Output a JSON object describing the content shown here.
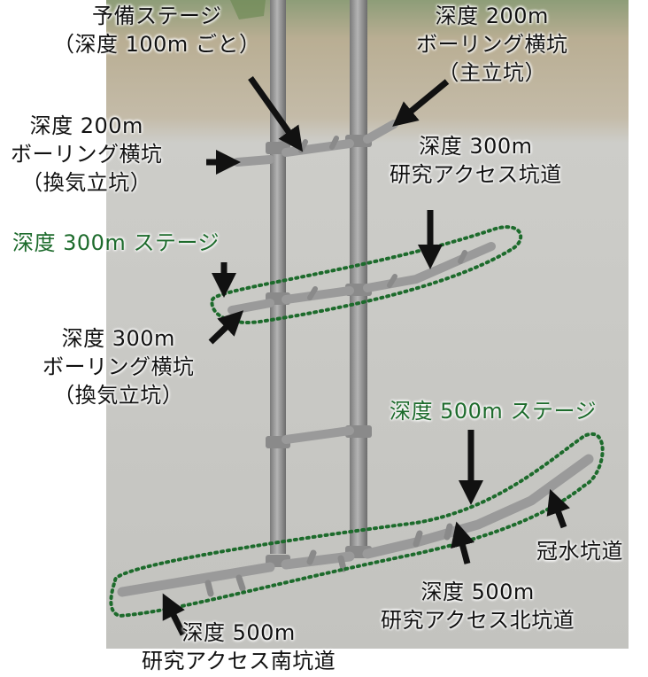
{
  "labels": {
    "spare_stage": {
      "line1": "予備ステージ",
      "line2": "（深度 100m ごと）"
    },
    "boring_200_main": {
      "line1": "深度 200m",
      "line2": "ボーリング横坑",
      "line3": "（主立坑）"
    },
    "boring_200_vent": {
      "line1": "深度 200m",
      "line2": "ボーリング横坑",
      "line3": "（換気立坑）"
    },
    "access_300": {
      "line1": "深度 300m",
      "line2": "研究アクセス坑道"
    },
    "stage_300": {
      "text": "深度 300m ステージ"
    },
    "boring_300_vent": {
      "line1": "深度 300m",
      "line2": "ボーリング横坑",
      "line3": "（換気立坑）"
    },
    "stage_500": {
      "text": "深度 500m ステージ"
    },
    "flooded_drift": {
      "text": "冠水坑道"
    },
    "access_500_north": {
      "line1": "深度 500m",
      "line2": "研究アクセス北坑道"
    },
    "access_500_south": {
      "line1": "深度 500m",
      "line2": "研究アクセス南坑道"
    }
  },
  "colors": {
    "sky_top": "#8fa07a",
    "ground_band": "#b8ad98",
    "rock": "#c9c9c4",
    "tunnel": "#9a9a9a",
    "tunnel_dark": "#6f6f6f",
    "stage_outline": "#1d6b2c",
    "arrow": "#111111"
  }
}
